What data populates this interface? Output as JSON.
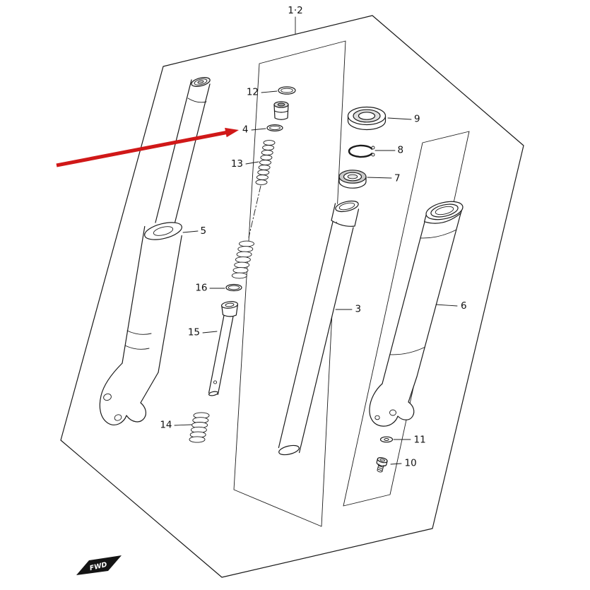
{
  "diagram": {
    "assembly_label": "1·2",
    "fwd_label": "FWD",
    "colors": {
      "highlight_arrow": "#d01818"
    },
    "callouts": {
      "p3": "3",
      "p4": "4",
      "p5": "5",
      "p6": "6",
      "p7": "7",
      "p8": "8",
      "p9": "9",
      "p10": "10",
      "p11": "11",
      "p12": "12",
      "p13": "13",
      "p14": "14",
      "p15": "15",
      "p16": "16"
    },
    "highlight": {
      "points_to_part": "4"
    }
  }
}
